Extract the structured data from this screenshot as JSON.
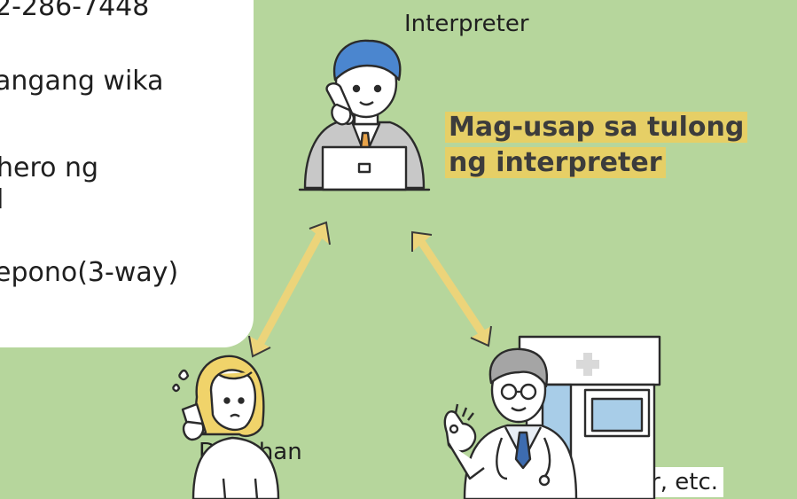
{
  "info_card": {
    "lines": [
      "2-286-7448",
      "angang wika",
      "hero ng",
      "l",
      "epono(3-way)"
    ]
  },
  "roles": {
    "interpreter": "Interpreter",
    "foreigner": "Dayuhan",
    "doctor": "Doktor, etc."
  },
  "callout": {
    "line1": "Mag-usap sa tulong",
    "line2": "ng interpreter"
  },
  "colors": {
    "background": "#b6d69c",
    "arrow": "#ecd47a",
    "highlight": "#e6cf66"
  },
  "icons": [
    "interpreter-person-icon",
    "laptop-icon",
    "worried-woman-icon",
    "doctor-icon",
    "hospital-icon",
    "double-arrow-icon"
  ]
}
